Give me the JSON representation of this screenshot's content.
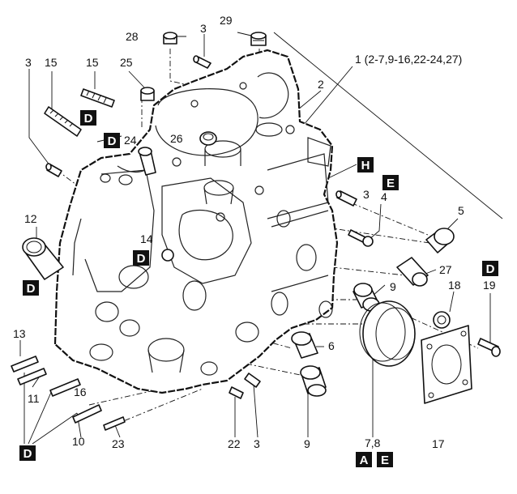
{
  "callouts": {
    "c1": "1 (2-7,9-16,22-24,27)",
    "c2": "2",
    "c3a": "3",
    "c3b": "3",
    "c3c": "3",
    "c3d": "3",
    "c4": "4",
    "c5": "5",
    "c6": "6",
    "c78": "7,8",
    "c9a": "9",
    "c9b": "9",
    "c10": "10",
    "c11": "11",
    "c12": "12",
    "c13": "13",
    "c14": "14",
    "c15a": "15",
    "c15b": "15",
    "c16": "16",
    "c17": "17",
    "c18": "18",
    "c19": "19",
    "c22": "22",
    "c23": "23",
    "c24": "24",
    "c25": "25",
    "c26": "26",
    "c27": "27",
    "c28": "28",
    "c29": "29"
  },
  "badges": {
    "d_top": "D",
    "d_24": "D",
    "d_mid": "D",
    "d_12": "D",
    "d_19": "D",
    "d_bottom": "D",
    "h": "H",
    "e_top": "E",
    "a_bottom": "A",
    "e_bottom": "E"
  },
  "colors": {
    "ink": "#111111",
    "badge_fill": "#111111",
    "background": "#ffffff"
  }
}
